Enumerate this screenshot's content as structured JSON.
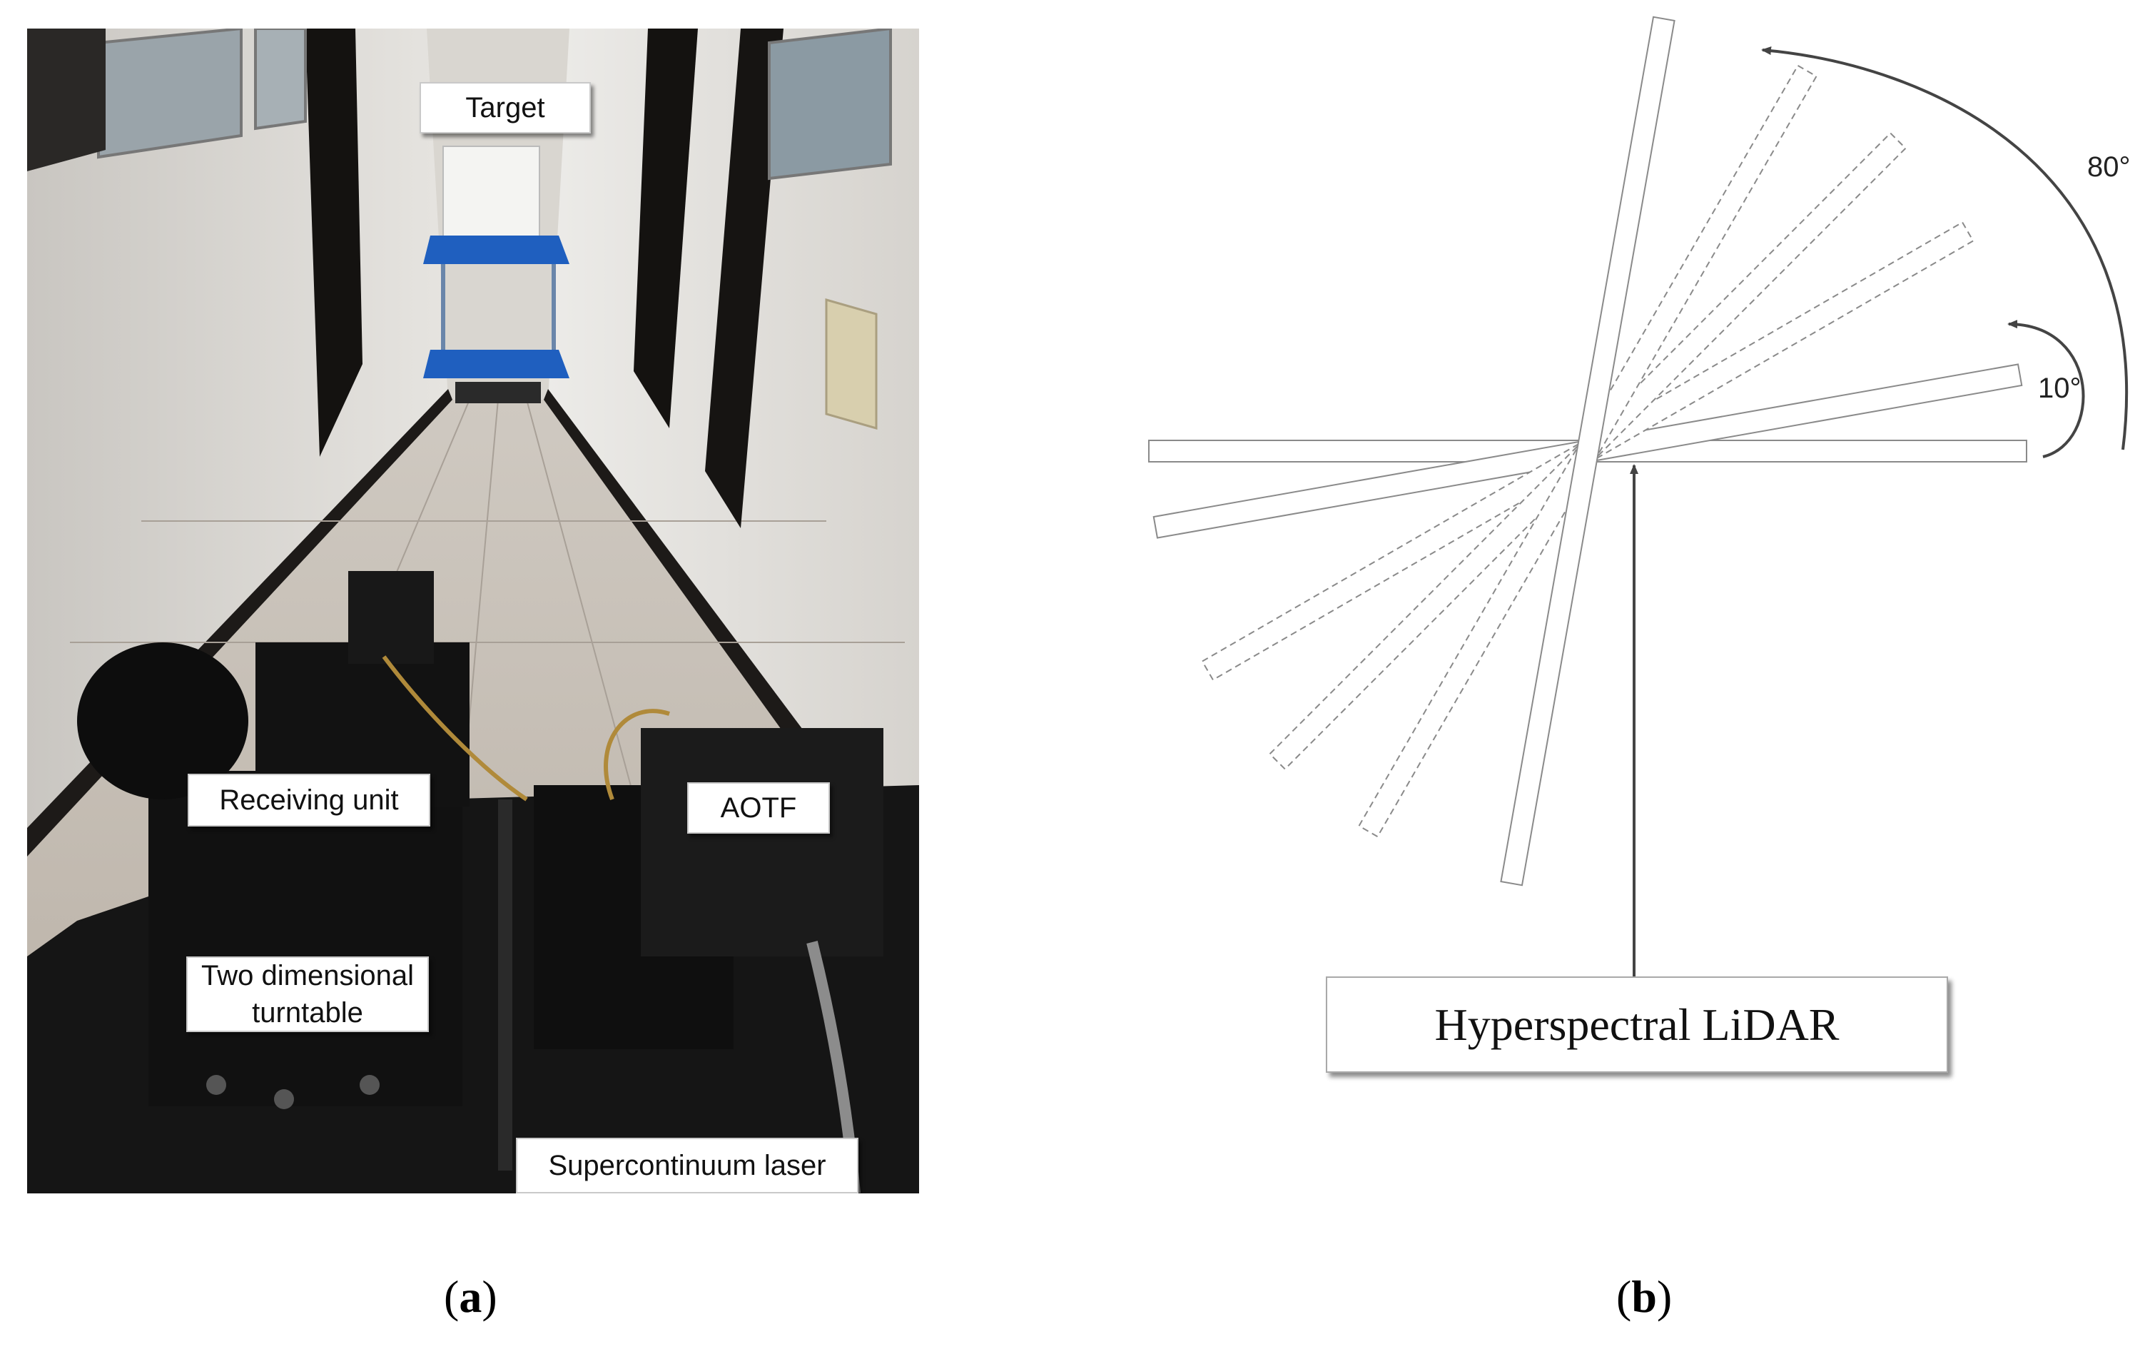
{
  "panel_a": {
    "caption_open": "(",
    "caption_letter": "a",
    "caption_close": ")",
    "labels": {
      "target": "Target",
      "receiving_unit": "Receiving unit",
      "aotf": "AOTF",
      "turntable_line1": "Two dimensional",
      "turntable_line2": "turntable",
      "laser": "Supercontinuum laser"
    }
  },
  "panel_b": {
    "caption_open": "(",
    "caption_letter": "b",
    "caption_close": ")",
    "lidar_label": "Hyperspectral LiDAR",
    "angle_small": "10°",
    "angle_large": "80°",
    "beam_angles_deg": [
      0,
      10,
      30,
      45,
      60,
      80
    ]
  },
  "colors": {
    "beam_fill": "#ffffff",
    "beam_stroke": "#8a8a8a",
    "arrow": "#444444"
  }
}
